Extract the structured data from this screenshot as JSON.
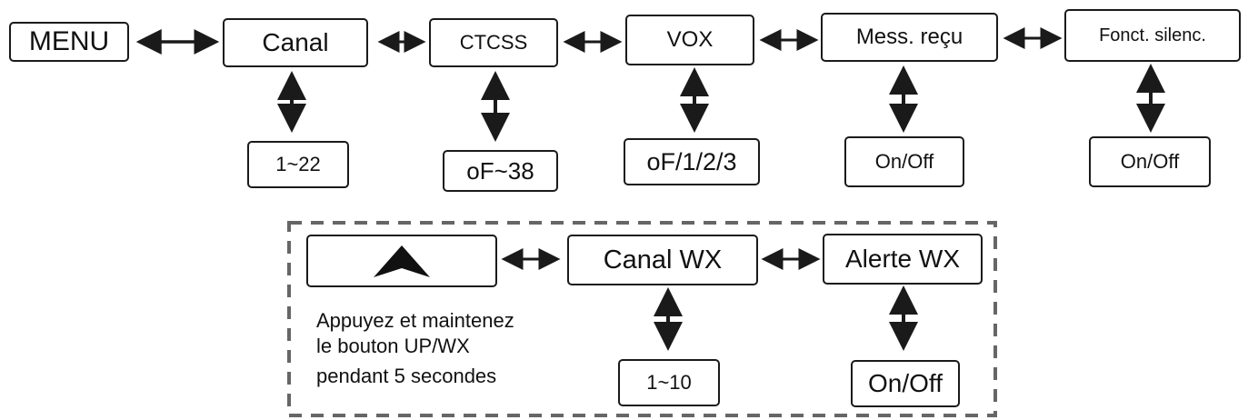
{
  "menu": {
    "label": "MENU",
    "items": [
      {
        "label": "Canal",
        "value": "1~22"
      },
      {
        "label": "CTCSS",
        "value": "oF~38"
      },
      {
        "label": "VOX",
        "value": "oF/1/2/3"
      },
      {
        "label": "Mess. reçu",
        "value": "On/Off"
      },
      {
        "label": "Fonct. silenc.",
        "value": "On/Off"
      }
    ]
  },
  "wx": {
    "up_icon": "up-triangle-icon",
    "channel_label": "Canal WX",
    "channel_value": "1~10",
    "alert_label": "Alerte WX",
    "alert_value": "On/Off",
    "note_lines": [
      "Appuyez et maintenez",
      "le bouton UP/WX",
      "pendant 5 secondes"
    ]
  },
  "colors": {
    "stroke": "#1a1a1a",
    "dash": "#666666",
    "background": "#ffffff"
  }
}
